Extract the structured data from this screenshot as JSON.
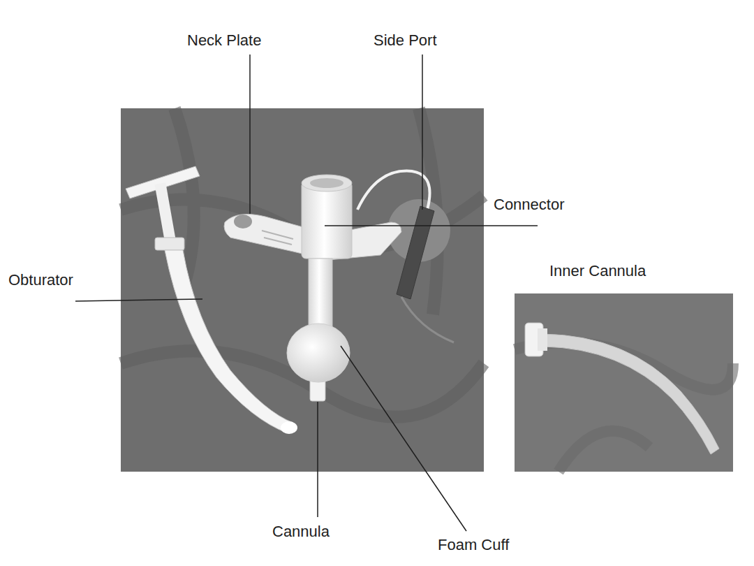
{
  "diagram": {
    "labels": [
      "Neck Plate",
      "Side Port",
      "Connector",
      "Obturator",
      "Inner Cannula",
      "Cannula",
      "Foam Cuff"
    ]
  }
}
